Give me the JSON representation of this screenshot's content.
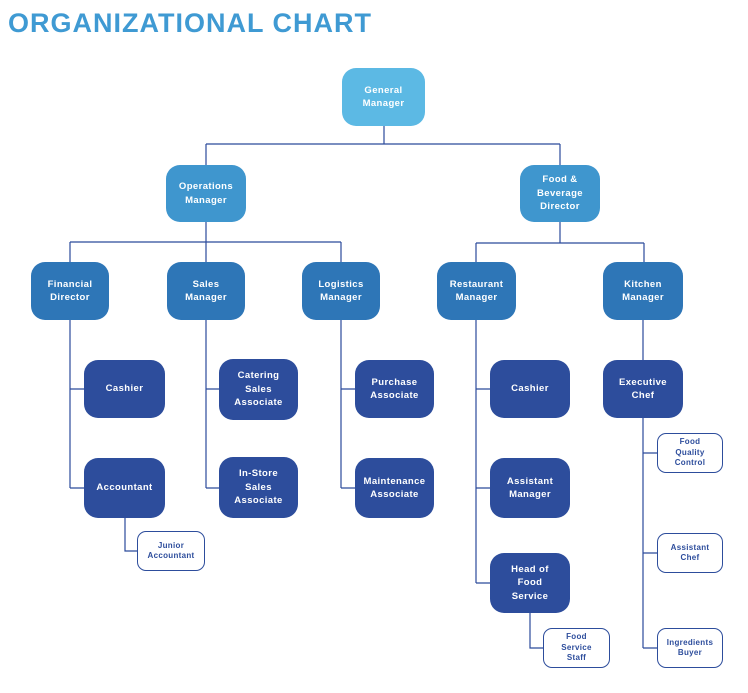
{
  "title": "ORGANIZATIONAL CHART",
  "colors": {
    "title_text": "#3F9AD3",
    "level1_fill": "#5CB9E4",
    "level2_fill": "#3F96CE",
    "level3_fill": "#2E76B7",
    "level4_fill": "#2D4D9C",
    "connector_line": "#2B4A9B",
    "outline_box_border": "#2D4D9C",
    "outline_box_text": "#2D4D9C",
    "node_text": "#FFFFFF"
  },
  "nodes": {
    "general_manager": {
      "label": "General\nManager",
      "level": 1,
      "reports_to": null
    },
    "operations_manager": {
      "label": "Operations\nManager",
      "level": 2,
      "reports_to": "general_manager"
    },
    "food_beverage_director": {
      "label": "Food &\nBeverage\nDirector",
      "level": 2,
      "reports_to": "general_manager"
    },
    "financial_director": {
      "label": "Financial\nDirector",
      "level": 3,
      "reports_to": "operations_manager"
    },
    "sales_manager": {
      "label": "Sales\nManager",
      "level": 3,
      "reports_to": "operations_manager"
    },
    "logistics_manager": {
      "label": "Logistics\nManager",
      "level": 3,
      "reports_to": "operations_manager"
    },
    "restaurant_manager": {
      "label": "Restaurant\nManager",
      "level": 3,
      "reports_to": "food_beverage_director"
    },
    "kitchen_manager": {
      "label": "Kitchen\nManager",
      "level": 3,
      "reports_to": "food_beverage_director"
    },
    "cashier_finance": {
      "label": "Cashier",
      "level": 4,
      "reports_to": "financial_director"
    },
    "accountant": {
      "label": "Accountant",
      "level": 4,
      "reports_to": "financial_director"
    },
    "junior_accountant": {
      "label": "Junior\nAccountant",
      "level": 5,
      "reports_to": "accountant"
    },
    "catering_sales_associate": {
      "label": "Catering\nSales\nAssociate",
      "level": 4,
      "reports_to": "sales_manager"
    },
    "in_store_sales_associate": {
      "label": "In-Store\nSales\nAssociate",
      "level": 4,
      "reports_to": "sales_manager"
    },
    "purchase_associate": {
      "label": "Purchase\nAssociate",
      "level": 4,
      "reports_to": "logistics_manager"
    },
    "maintenance_associate": {
      "label": "Maintenance\nAssociate",
      "level": 4,
      "reports_to": "logistics_manager"
    },
    "cashier_restaurant": {
      "label": "Cashier",
      "level": 4,
      "reports_to": "restaurant_manager"
    },
    "assistant_manager": {
      "label": "Assistant\nManager",
      "level": 4,
      "reports_to": "restaurant_manager"
    },
    "head_of_food_service": {
      "label": "Head of\nFood\nService",
      "level": 4,
      "reports_to": "restaurant_manager"
    },
    "food_service_staff": {
      "label": "Food\nService\nStaff",
      "level": 5,
      "reports_to": "head_of_food_service"
    },
    "executive_chef": {
      "label": "Executive\nChef",
      "level": 4,
      "reports_to": "kitchen_manager"
    },
    "food_quality_control": {
      "label": "Food\nQuality\nControl",
      "level": 5,
      "reports_to": "executive_chef"
    },
    "assistant_chef": {
      "label": "Assistant\nChef",
      "level": 5,
      "reports_to": "executive_chef"
    },
    "ingredients_buyer": {
      "label": "Ingredients\nBuyer",
      "level": 5,
      "reports_to": "executive_chef"
    }
  }
}
